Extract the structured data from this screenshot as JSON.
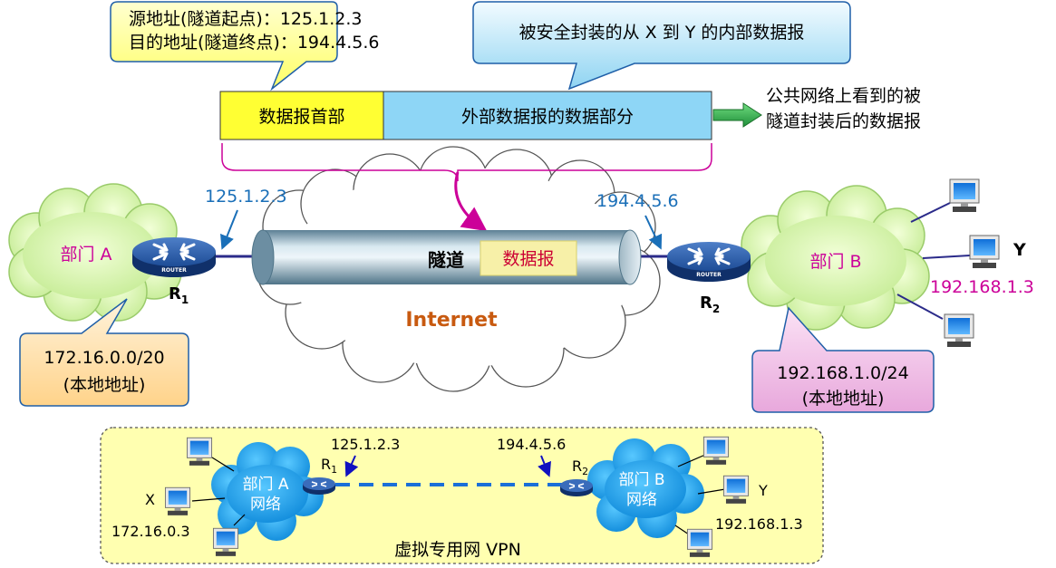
{
  "callouts": {
    "src_line1": "源地址(隧道起点)：125.1.2.3",
    "src_line2": "目的地址(隧道终点)：194.4.5.6",
    "inner": "被安全封装的从 X 到 Y 的内部数据报"
  },
  "datagram": {
    "header": "数据报首部",
    "data": "外部数据报的数据部分",
    "note_line1": "公共网络上看到的被",
    "note_line2": "隧道封装后的数据报"
  },
  "top": {
    "r1_ip": "125.1.2.3",
    "r2_ip": "194.4.5.6",
    "dept_a": "部门 A",
    "dept_b": "部门 B",
    "tunnel": "隧道",
    "datagram": "数据报",
    "internet": "Internet",
    "r1": "R",
    "r1_sub": "1",
    "r2": "R",
    "r2_sub": "2",
    "router_tag": "ROUTER",
    "y_label": "Y",
    "y_ip": "192.168.1.3",
    "a_net_line1": "172.16.0.0/20",
    "a_net_line2": "(本地地址)",
    "b_net_line1": "192.168.1.0/24",
    "b_net_line2": "(本地地址)"
  },
  "vpn": {
    "title": "虚拟专用网 VPN",
    "r1_ip": "125.1.2.3",
    "r2_ip": "194.4.5.6",
    "r1": "R",
    "r1_sub": "1",
    "r2": "R",
    "r2_sub": "2",
    "dept_a_line1": "部门 A",
    "dept_a_line2": "网络",
    "dept_b_line1": "部门 B",
    "dept_b_line2": "网络",
    "x_label": "X",
    "x_ip": "172.16.0.3",
    "y_label": "Y",
    "y_ip": "192.168.1.3"
  },
  "colors": {
    "yellow": "#ffff66",
    "blue_box": "#9fdcf5",
    "magenta": "#cc0099",
    "ip_blue": "#1a6fb8",
    "internet_orange": "#c85a10",
    "arrow_green": "#22a040",
    "router_blue": "#1f4e9a"
  }
}
